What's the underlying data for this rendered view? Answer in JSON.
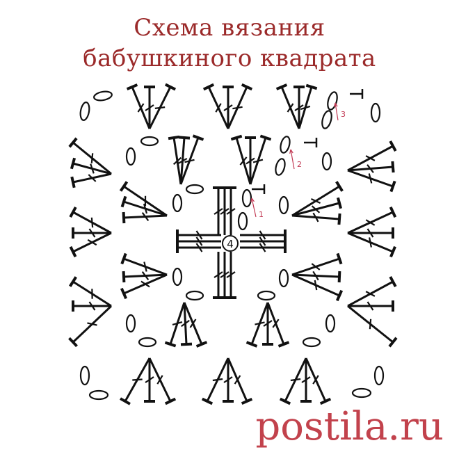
{
  "title": {
    "line1": "Схема вязания",
    "line2": "бабушкиного квадрата"
  },
  "round_labels": [
    "1",
    "2",
    "3"
  ],
  "center_label": "4",
  "watermark": "postila.ru",
  "colors": {
    "title": "#9b2a2a",
    "stitch": "#111111",
    "arrow": "#c23b55",
    "watermark": "#c2424c"
  },
  "icons": {
    "double_crochet": "double-crochet-symbol",
    "chain": "chain-stitch-symbol",
    "turn_chain": "turning-chain-symbol",
    "direction_arrow": "direction-arrow"
  }
}
